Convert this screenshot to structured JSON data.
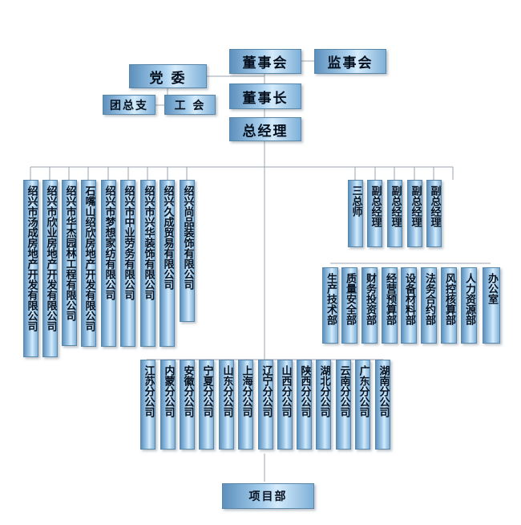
{
  "top": {
    "board": "董事会",
    "supervisory": "监事会",
    "party": "党 委",
    "youth": "团总支",
    "union": "工 会",
    "chairman": "董事长",
    "gm": "总经理"
  },
  "subsidiaries": [
    "绍兴市汤成房地产开发有限公司",
    "绍兴市欣业房地产开发有限公司",
    "绍兴市华杰园林工程有限公司",
    "石嘴山绍欣房地产开发有限公司",
    "绍兴市梦想家纺有限公司",
    "绍兴市中业劳务有限公司",
    "绍兴市兴华装饰有限公司",
    "绍兴久成贸易有限公司",
    "绍兴尚品装饰有限公司"
  ],
  "executives": [
    "三总师",
    "副总经理",
    "副总经理",
    "副总经理",
    "副总经理"
  ],
  "departments": [
    "生产技术部",
    "质量安全部",
    "财务投资部",
    "经营预算部",
    "设备材料部",
    "法务合约部",
    "风控核算部",
    "人力资源部",
    "办公室"
  ],
  "branches": [
    "江苏分公司",
    "内蒙分公司",
    "安徽分公司",
    "宁夏分公司",
    "山东分公司",
    "上海分公司",
    "辽宁分公司",
    "山西分公司",
    "陕西分公司",
    "湖北分公司",
    "云南分公司",
    "广东分公司",
    "湖南分公司"
  ],
  "project": "项目部"
}
